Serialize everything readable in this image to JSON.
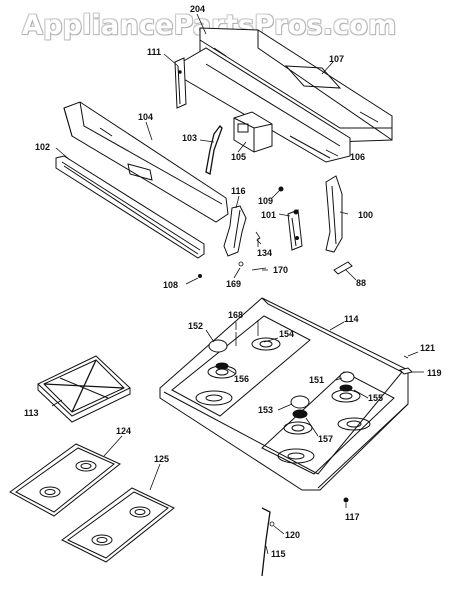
{
  "watermark": "AppliancePartsPros.com",
  "callouts": {
    "p204": "204",
    "p111": "111",
    "p107": "107",
    "p104": "104",
    "p103": "103",
    "p102": "102",
    "p105": "105",
    "p106": "106",
    "p116": "116",
    "p109": "109",
    "p101": "101",
    "p100": "100",
    "p134": "134",
    "p170": "170",
    "p169": "169",
    "p108": "108",
    "p88": "88",
    "p168": "168",
    "p114": "114",
    "p152": "152",
    "p154": "154",
    "p121": "121",
    "p156": "156",
    "p151": "151",
    "p119": "119",
    "p113": "113",
    "p153": "153",
    "p155": "155",
    "p157": "157",
    "p124": "124",
    "p125": "125",
    "p117": "117",
    "p120": "120",
    "p115": "115"
  }
}
